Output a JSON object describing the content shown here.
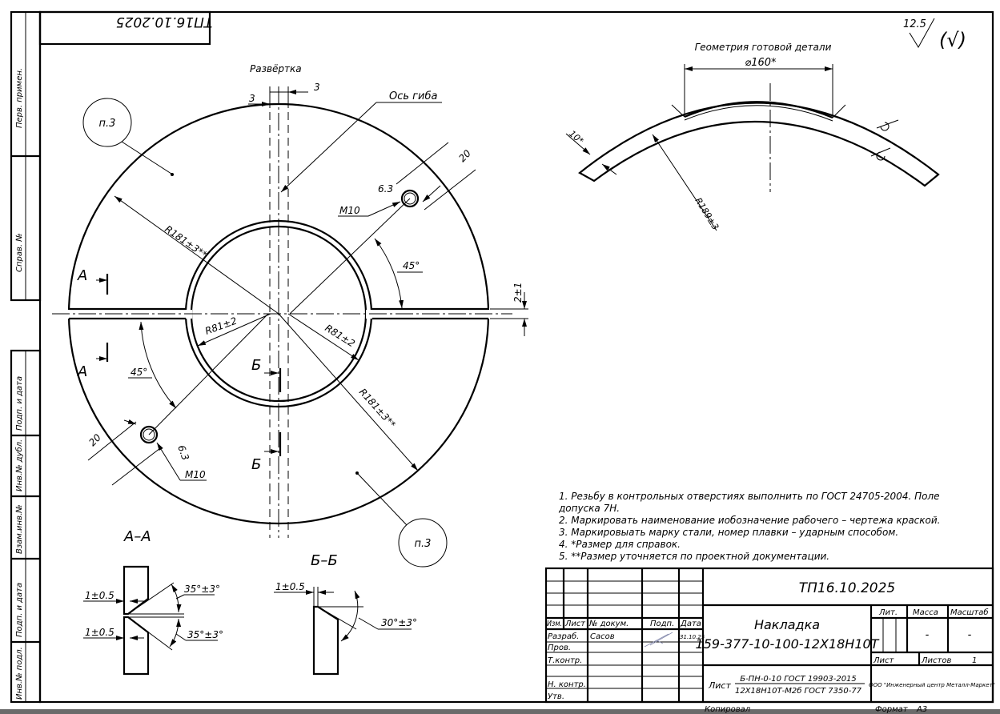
{
  "sheet": {
    "mirrored_code": "ТП16.10.2025",
    "roughness": {
      "value": "12.5",
      "rest": "(√)"
    }
  },
  "side_strip": {
    "top": [
      "Перв. примен.",
      "Справ. №"
    ],
    "bottom": [
      "Подп. и дата",
      "Инв.№ дубл.",
      "Взам.инв.№",
      "Подп. и дата",
      "Инв.№ подл."
    ]
  },
  "main_view": {
    "title": "Развёртка",
    "dim_3_left": "3",
    "dim_3_right": "3",
    "bend_axis": "Ось гиба",
    "callout_top": "п.3",
    "callout_bottom": "п.3",
    "hole_top": {
      "roughness": "6.3",
      "dim": "20",
      "thread": "M10"
    },
    "hole_bottom": {
      "roughness": "6.3",
      "dim": "20",
      "thread": "M10"
    },
    "r_outer_top": "R181±3**",
    "r_outer_bottom": "R181±3**",
    "r_inner_left": "R81±2",
    "r_inner_right": "R81±2",
    "angle_top": "45°",
    "angle_bottom": "45°",
    "gap": "2±1",
    "section_a": "А",
    "section_b": "Б"
  },
  "section_aa": {
    "title": "А–А",
    "dim1": "1±0.5",
    "dim2": "1±0.5",
    "angle1": "35°±3°",
    "angle2": "35°±3°"
  },
  "section_bb": {
    "title": "Б–Б",
    "dim": "1±0.5",
    "angle": "30°±3°"
  },
  "finished_geometry": {
    "title": "Геометрия готовой детали",
    "diameter": "⌀160*",
    "thickness": "10*",
    "radius": "R189±3"
  },
  "notes": [
    "1. Резьбу в контрольных отверстиях выполнить по ГОСТ 24705-2004. Поле",
    "допуска 7H.",
    "2. Маркировать наименование иобозначение рабочего – чертежа краской.",
    "3. Маркировыать марку стали, номер плавки – ударным способом.",
    "4.  *Размер для справок.",
    "5.  **Размер уточняется по проектной документации."
  ],
  "title_block": {
    "code": "ТП16.10.2025",
    "headers": {
      "izm": "Изм.",
      "list": "Лист",
      "doc": "№ докум.",
      "sign": "Подп.",
      "date": "Дата"
    },
    "roles": {
      "razrab": "Разраб.",
      "prov": "Пров.",
      "tkontr": "Т.контр.",
      "nkontr": "Н. контр.",
      "utv": "Утв."
    },
    "developer": "Сасов",
    "date": "31.10.25",
    "name_line1": "Накладка",
    "name_line2": "159-377-10-100-12Х18Н10Т",
    "material_label": "Лист",
    "material_top": "Б-ПН-0-10 ГОСТ 19903-2015",
    "material_bottom": "12Х18Н10Т-М2б ГОСТ 7350-77",
    "lit": "Лит.",
    "mass_label": "Масса",
    "scale_label": "Масштаб",
    "mass": "-",
    "scale": "-",
    "sheet_label": "Лист",
    "sheets_label": "Листов",
    "sheets": "1",
    "company": "ООО \"Инженерный центр Металл-Маркет\"",
    "copied": "Копировал",
    "format_label": "Формат",
    "format": "А3"
  }
}
